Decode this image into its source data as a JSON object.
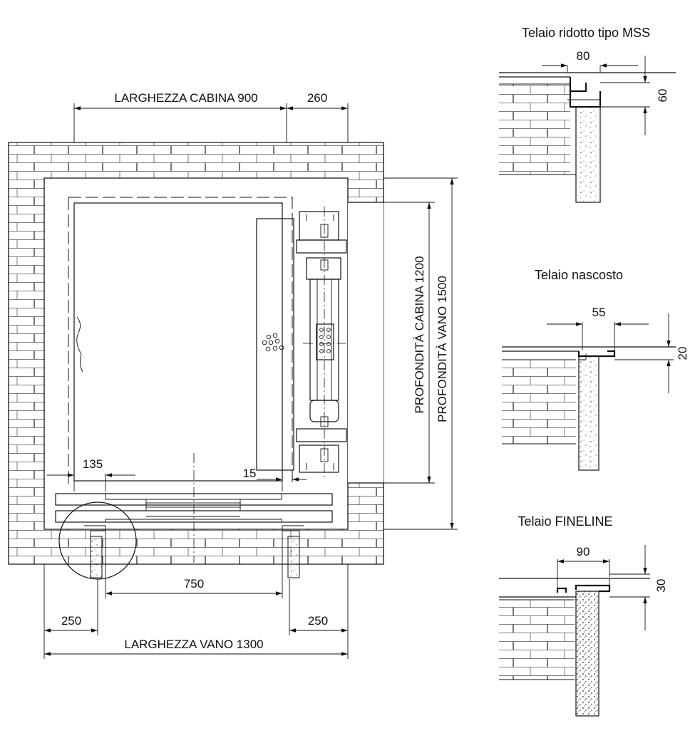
{
  "plan": {
    "car_width": "LARGHEZZA CABINA 900",
    "counterweight_gap": "260",
    "car_depth": "PROFONDITÀ CABINA 1200",
    "shaft_depth": "PROFONDITÀ VANO 1500",
    "offset_left": "135",
    "offset_right": "15",
    "door_opening": "750",
    "side_left": "250",
    "side_right": "250",
    "shaft_width": "LARGHEZZA VANO 1300"
  },
  "details": [
    {
      "title": "Telaio ridotto tipo MSS",
      "width_dim": "80",
      "height_dim": "60"
    },
    {
      "title": "Telaio nascosto",
      "width_dim": "55",
      "height_dim": "20"
    },
    {
      "title": "Telaio FINELINE",
      "width_dim": "90",
      "height_dim": "30"
    }
  ]
}
